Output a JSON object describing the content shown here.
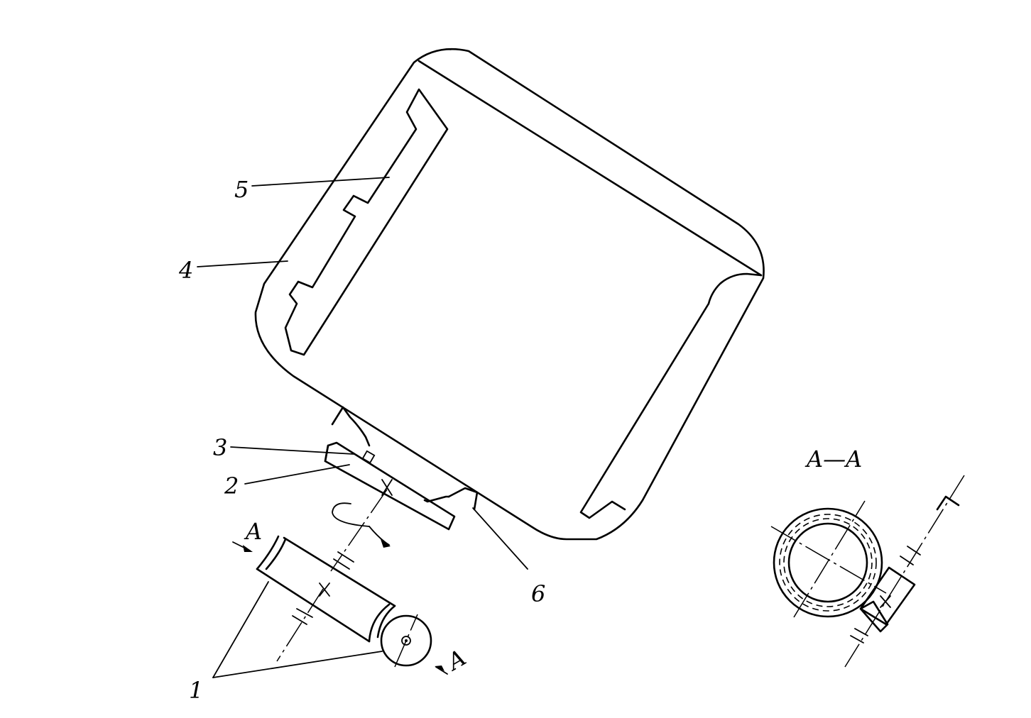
{
  "labels": {
    "part1": "1",
    "part2": "2",
    "part3": "3",
    "part4": "4",
    "part5": "5",
    "part6": "6",
    "section_mark_top": "A",
    "section_mark_bottom": "A",
    "section_title": "A—A"
  },
  "colors": {
    "ink": "#000000",
    "paper": "#ffffff"
  }
}
